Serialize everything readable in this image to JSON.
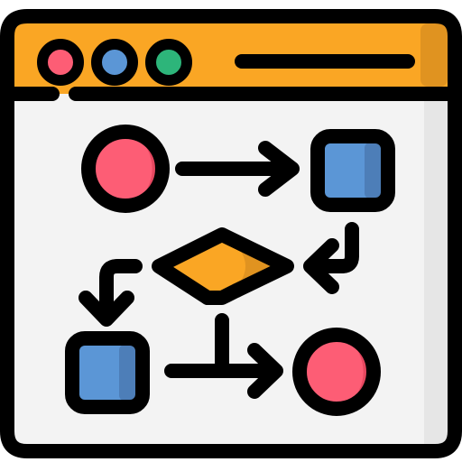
{
  "icon": {
    "name": "flowchart-window-icon",
    "colors": {
      "outline": "#000000",
      "titlebar": "#FAA624",
      "titlebar_shade": "#E09320",
      "window_body": "#F3F3F3",
      "window_body_shade": "#E6E6E6",
      "circle_node": "#FD5D75",
      "circle_node_shade": "#E5475F",
      "square_node": "#5B96D6",
      "square_node_shade": "#4D7EB8",
      "diamond_node": "#FAA624",
      "diamond_node_shade": "#E09320",
      "control_red": "#FD5D75",
      "control_blue": "#5B96D6",
      "control_green": "#2DB57A"
    },
    "window_controls": [
      "close-dot",
      "minimize-dot",
      "maximize-dot"
    ],
    "nodes": [
      {
        "id": "start",
        "shape": "circle"
      },
      {
        "id": "process-1",
        "shape": "square"
      },
      {
        "id": "decision",
        "shape": "diamond"
      },
      {
        "id": "process-2",
        "shape": "square"
      },
      {
        "id": "end",
        "shape": "circle"
      }
    ],
    "connectors": [
      {
        "from": "start",
        "to": "process-1"
      },
      {
        "from": "process-1",
        "to": "decision"
      },
      {
        "from": "decision",
        "to": "process-2"
      },
      {
        "from": "decision",
        "to": "end"
      },
      {
        "from": "process-2",
        "to": "end"
      }
    ]
  }
}
